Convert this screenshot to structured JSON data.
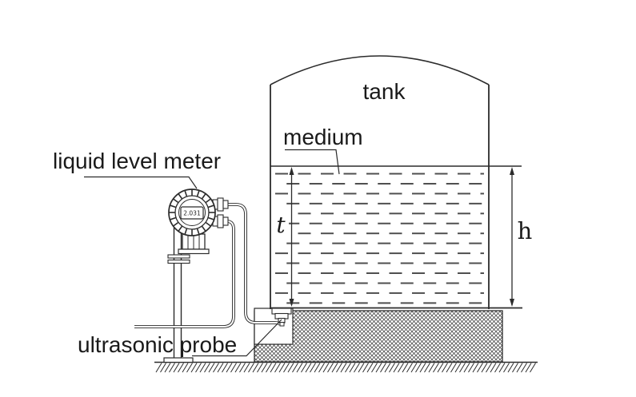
{
  "diagram": {
    "type": "ultrasonic liquid level measurement schematic",
    "labels": {
      "tank": "tank",
      "medium": "medium",
      "meter": "liquid level meter",
      "probe": "ultrasonic probe"
    },
    "dimensions": {
      "liquid_height_inner": "t",
      "liquid_height_outer": "h"
    },
    "meter_display_value": "2.031",
    "colors": {
      "line": "#2b2b2b",
      "liquid_dash": "#4f4f4f",
      "background": "#ffffff",
      "text": "#1a1a1a"
    }
  }
}
